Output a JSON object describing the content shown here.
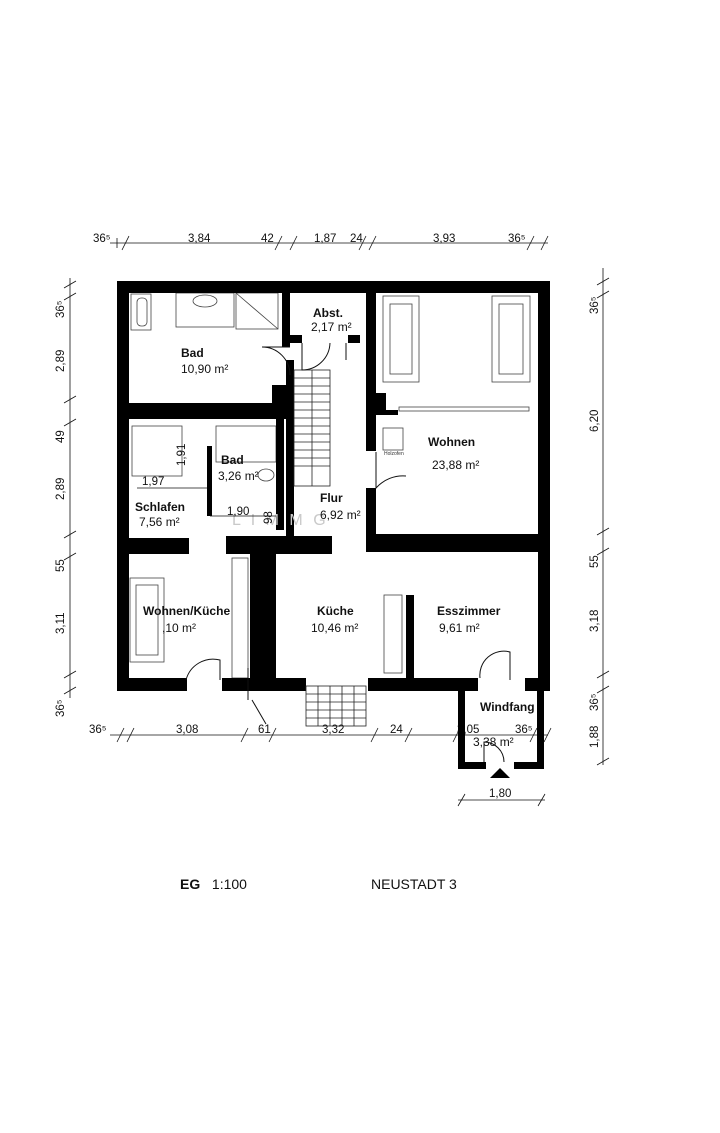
{
  "plan": {
    "floor": "EG",
    "scale": "1:100",
    "address": "NEUSTADT 3",
    "watermark": "L I M M G",
    "stove_label": "Holzofen"
  },
  "rooms": [
    {
      "id": "bad1",
      "name": "Bad",
      "area": "10,90 m²"
    },
    {
      "id": "abst",
      "name": "Abst.",
      "area": "2,17 m²"
    },
    {
      "id": "wohnen",
      "name": "Wohnen",
      "area": "23,88 m²"
    },
    {
      "id": "bad2",
      "name": "Bad",
      "area": "3,26 m²"
    },
    {
      "id": "schlafen",
      "name": "Schlafen",
      "area": "7,56 m²"
    },
    {
      "id": "flur",
      "name": "Flur",
      "area": "6,92 m²"
    },
    {
      "id": "wohnkueche",
      "name": "Wohnen/Küche",
      "area": ",10 m²"
    },
    {
      "id": "kueche",
      "name": "Küche",
      "area": "10,46 m²"
    },
    {
      "id": "esszimmer",
      "name": "Esszimmer",
      "area": "9,61 m²"
    },
    {
      "id": "windfang",
      "name": "Windfang",
      "area": "3,38 m²"
    }
  ],
  "dimensions": {
    "top": [
      "36⁵",
      "3,84",
      "42",
      "1,87",
      "24",
      "3,93",
      "36⁵"
    ],
    "bottom": [
      "36⁵",
      "3,08",
      "61",
      "3,32",
      "24",
      "3,05",
      "36⁵"
    ],
    "left": [
      "36⁵",
      "2,89",
      "49",
      "2,89",
      "55",
      "3,11",
      "36⁵"
    ],
    "right": [
      "36⁵",
      "6,20",
      "55",
      "3,18",
      "36⁵",
      "1,88"
    ],
    "inner": [
      "1,91",
      "1,97",
      "1,90",
      "98"
    ],
    "entrance": "1,80"
  }
}
